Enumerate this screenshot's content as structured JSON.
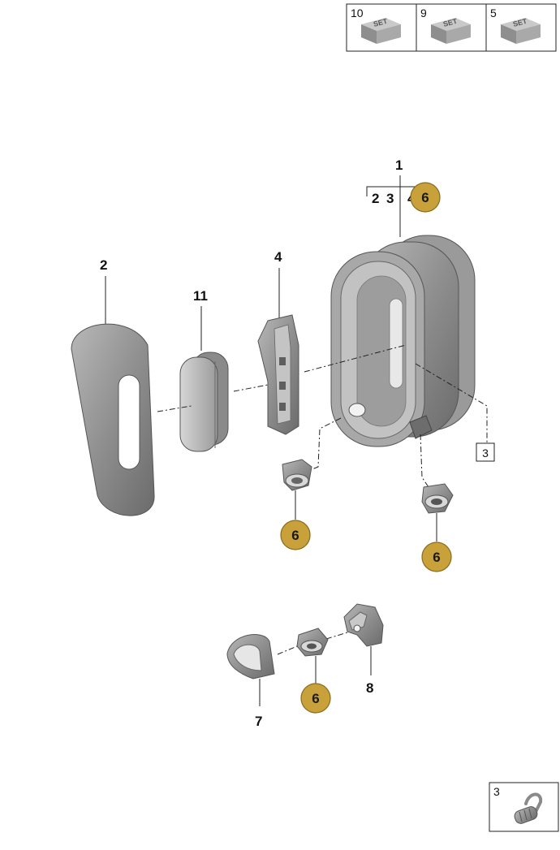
{
  "set_boxes": [
    {
      "number": "10",
      "badge": "SET"
    },
    {
      "number": "9",
      "badge": "SET"
    },
    {
      "number": "5",
      "badge": "SET"
    }
  ],
  "labels": {
    "p1": "1",
    "p1_sub_a": "2",
    "p1_sub_b": "3",
    "p1_sub_c": "4",
    "p1_badge": "6",
    "p2": "2",
    "p11": "11",
    "p4": "4",
    "p3_box": "3",
    "p6_left": "6",
    "p6_right": "6",
    "p6_bottom": "6",
    "p7": "7",
    "p8": "8"
  },
  "inset": {
    "number": "3"
  },
  "colors": {
    "badge_fill": "#c9a13a",
    "badge_stroke": "#8a6b1c",
    "part_gray": "#8c8c8c",
    "part_dark": "#5f5f5f",
    "part_light": "#c4c4c4"
  }
}
